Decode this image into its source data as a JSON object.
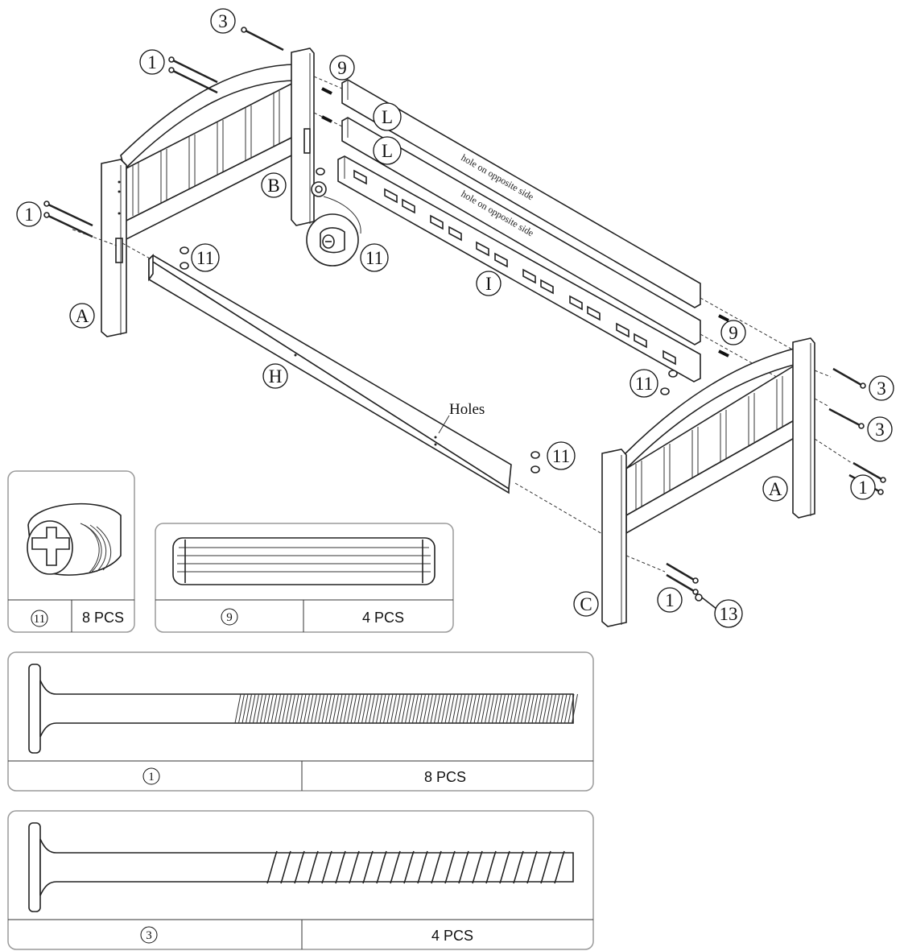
{
  "assembly": {
    "part_labels": {
      "headboard_left": "A",
      "headboard_right": "A",
      "post_b": "B",
      "post_c": "C",
      "front_rail": "H",
      "slat_rail": "I",
      "guard_rail_top": "L",
      "guard_rail_bottom": "L"
    },
    "hardware_callouts": {
      "bolt_3_top": "3",
      "bolt_1_top": "1",
      "bolt_1_left": "1",
      "dowel_9_top": "9",
      "dowel_9_mid": "9",
      "nut_11_left": "11",
      "nut_11_zoom": "11",
      "nut_11_right": "11",
      "nut_11_bottom": "11",
      "bolt_3_right_a": "3",
      "bolt_3_right_b": "3",
      "bolt_1_right": "1",
      "bolt_1_bottom": "1",
      "washer_13": "13"
    },
    "notes": {
      "hole_opposite_1": "hole on  opposite side",
      "hole_opposite_2": "hole on  opposite side",
      "holes": "Holes"
    }
  },
  "parts_list": [
    {
      "number": "11",
      "quantity": "8 PCS"
    },
    {
      "number": "9",
      "quantity": "4 PCS"
    },
    {
      "number": "1",
      "quantity": "8 PCS"
    },
    {
      "number": "3",
      "quantity": "4 PCS"
    }
  ],
  "icons": {
    "barrel_nut": "barrel-nut-icon",
    "dowel": "wood-dowel-icon",
    "bolt_fine": "fine-thread-bolt-icon",
    "bolt_coarse": "coarse-thread-bolt-icon"
  },
  "colors": {
    "line": "#222222",
    "panel_border": "#9a9a9a",
    "background": "#ffffff"
  }
}
